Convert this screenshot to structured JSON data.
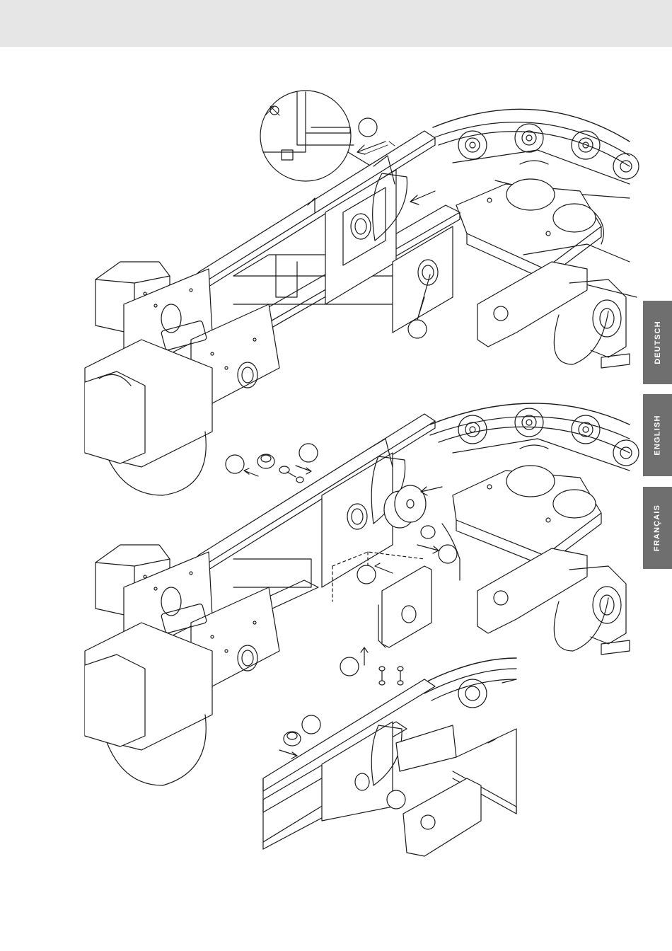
{
  "language_tabs": [
    {
      "label": "DEUTSCH"
    },
    {
      "label": "ENGLISH"
    },
    {
      "label": "FRANÇAIS"
    }
  ],
  "colors": {
    "header_band": "#e6e6e6",
    "tab_background": "#6f6f6f",
    "tab_text": "#ffffff",
    "line": "#1a1a1a"
  }
}
